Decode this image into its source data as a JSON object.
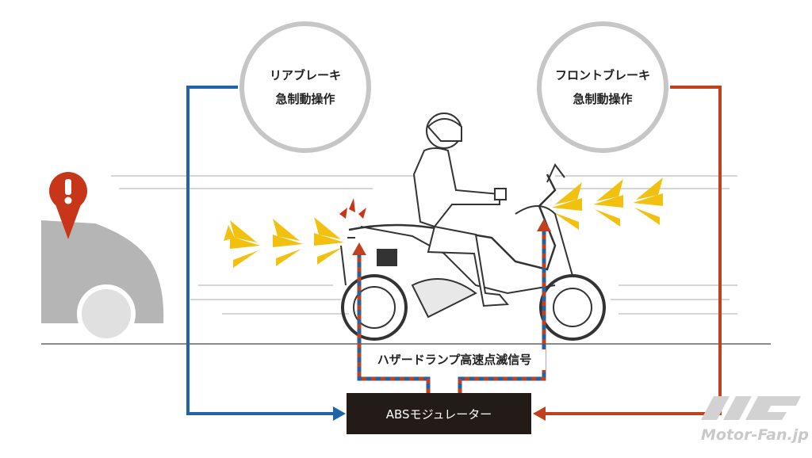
{
  "rear_brake": {
    "line1": "リアブレーキ",
    "line2": "急制動操作"
  },
  "front_brake": {
    "line1": "フロントブレーキ",
    "line2": "急制動操作"
  },
  "hazard_signal": "ハザードランプ高速点滅信号",
  "abs_modulator": "ABSモジュレーター",
  "watermark": "Motor-Fan.jp",
  "colors": {
    "rear_line": "#1f64a8",
    "front_line": "#c1411f",
    "flash_yellow": "#f2c10f",
    "warning_red": "#c8361a",
    "module_bg": "#221b17",
    "car_gray": "#b5b5b5"
  },
  "icons": [
    "warning-exclamation-icon",
    "flash-burst-icon"
  ]
}
